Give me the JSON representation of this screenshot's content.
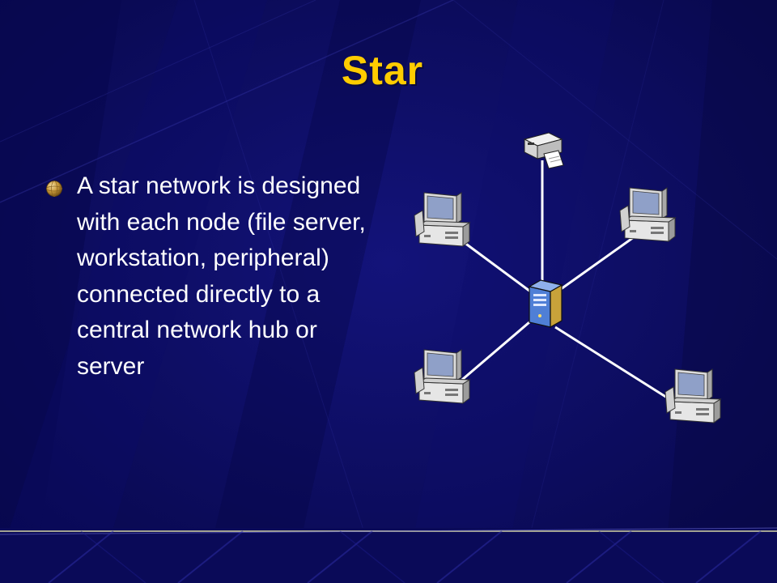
{
  "slide": {
    "title": "Star",
    "bullet_text": "A star network is designed with each node (file server, workstation, peripheral) connected directly to a central network hub or server"
  },
  "diagram": {
    "nodes": [
      {
        "id": "hub",
        "icon": "server-tower-icon"
      },
      {
        "id": "printer",
        "icon": "printer-icon"
      },
      {
        "id": "ws-top-left",
        "icon": "desktop-computer-icon"
      },
      {
        "id": "ws-top-right",
        "icon": "desktop-computer-icon"
      },
      {
        "id": "ws-bottom-left",
        "icon": "desktop-computer-icon"
      },
      {
        "id": "ws-bottom-right",
        "icon": "desktop-computer-icon"
      }
    ],
    "edges": [
      [
        "hub",
        "printer"
      ],
      [
        "hub",
        "ws-top-left"
      ],
      [
        "hub",
        "ws-top-right"
      ],
      [
        "hub",
        "ws-bottom-left"
      ],
      [
        "hub",
        "ws-bottom-right"
      ]
    ]
  },
  "colors": {
    "background": "#0a0a5c",
    "title": "#ffcc00",
    "text": "#ffffff",
    "link": "#ffffff"
  }
}
